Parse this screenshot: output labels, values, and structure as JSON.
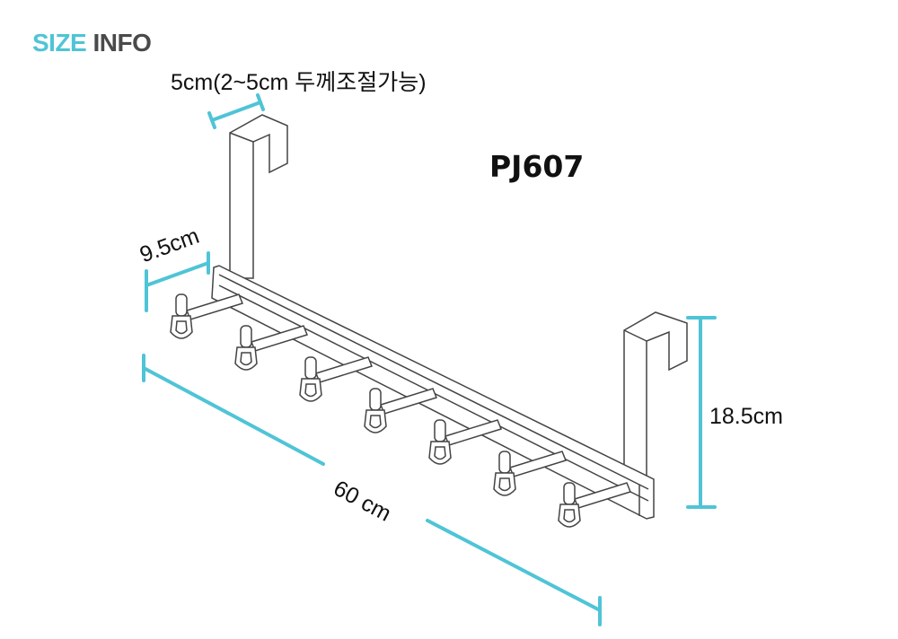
{
  "title": {
    "part1": "SIZE",
    "part2": "INFO"
  },
  "model": "PJ607",
  "dimensions": {
    "thickness": "5cm(2~5cm 두께조절가능)",
    "depth": "9.5cm",
    "width": "60 cm",
    "height": "18.5cm"
  },
  "colors": {
    "accent": "#4fc4d6",
    "line": "#444444"
  }
}
